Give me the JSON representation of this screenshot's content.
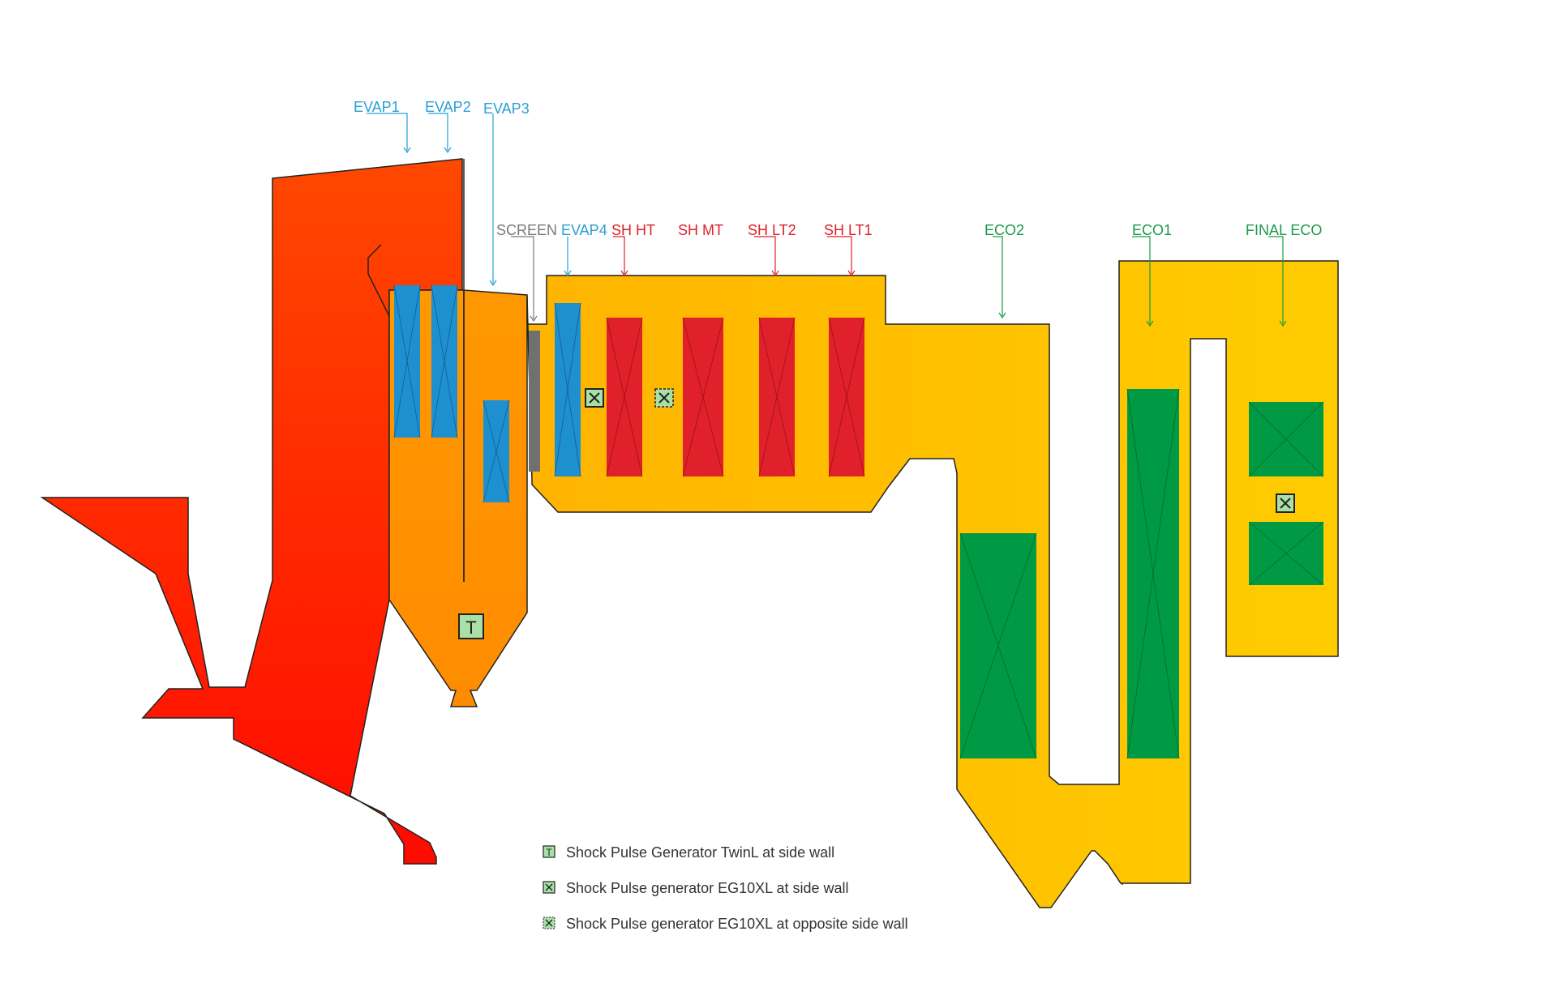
{
  "labels": {
    "evap1": "EVAP1",
    "evap2": "EVAP2",
    "evap3": "EVAP3",
    "screen": "SCREEN",
    "evap4": "EVAP4",
    "sh_ht": "SH HT",
    "sh_mt": "SH MT",
    "sh_lt2": "SH LT2",
    "sh_lt1": "SH LT1",
    "eco2": "ECO2",
    "eco1": "ECO1",
    "final_eco": "FINAL ECO"
  },
  "legend": {
    "twinl": "Shock Pulse Generator TwinL at side wall",
    "eg_side": "Shock Pulse generator EG10XL at side wall",
    "eg_opposite": "Shock Pulse generator EG10XL at opposite side wall"
  },
  "marker_letter": "T",
  "colors": {
    "evaporator": "#1e90d0",
    "superheater": "#e0202a",
    "economizer": "#009a44",
    "screen": "#707070",
    "furnace_top": "#ff4800",
    "furnace_bottom": "#ff0f00",
    "second_pass_top": "#ff9a00",
    "duct": "#ffc800",
    "marker_fill": "#a8e0a8",
    "label_evap": "#2a9ed8",
    "label_screen": "#7a7a7a",
    "label_sh": "#e02028",
    "label_eco": "#1a9a4a"
  },
  "icons": [
    "twinl-marker-icon",
    "eg10xl-side-wall-icon",
    "eg10xl-opposite-wall-icon"
  ]
}
